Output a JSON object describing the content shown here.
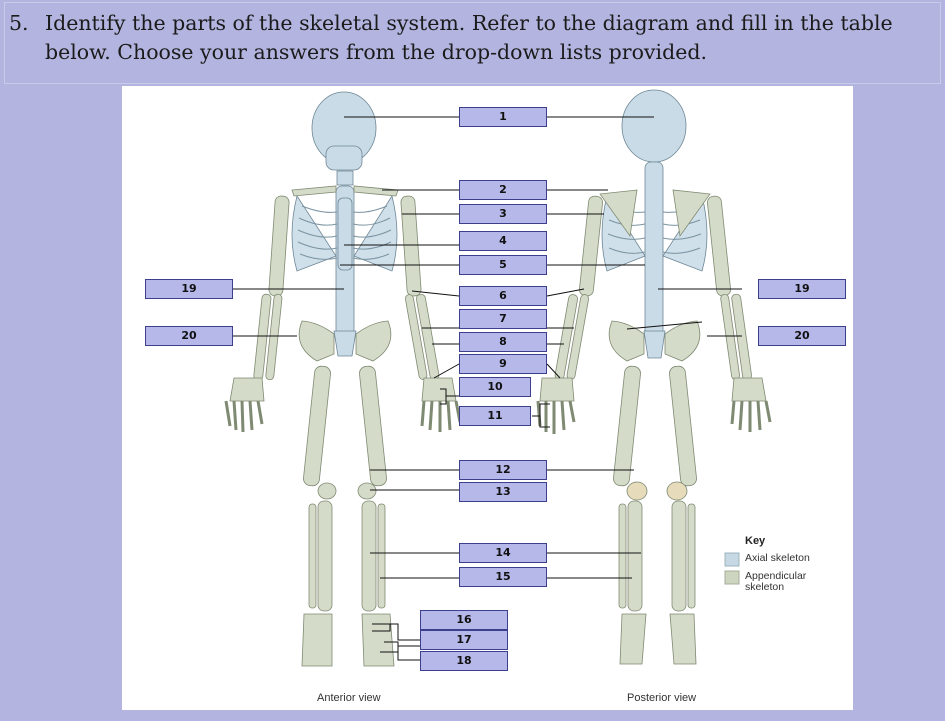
{
  "question": {
    "number": "5.",
    "text": "Identify the parts of the skeletal system. Refer to the diagram and fill in the table below. Choose your answers from the drop-down lists provided."
  },
  "labels": {
    "l1": "1",
    "l2": "2",
    "l3": "3",
    "l4": "4",
    "l5": "5",
    "l6": "6",
    "l7": "7",
    "l8": "8",
    "l9": "9",
    "l10": "10",
    "l11": "11",
    "l12": "12",
    "l13": "13",
    "l14": "14",
    "l15": "15",
    "l16": "16",
    "l17": "17",
    "l18": "18",
    "l19_left": "19",
    "l19_right": "19",
    "l20_left": "20",
    "l20_right": "20"
  },
  "views": {
    "anterior": "Anterior view",
    "posterior": "Posterior view"
  },
  "key": {
    "title": "Key",
    "axial": "Axial skeleton",
    "appendicular_line1": "Appendicular",
    "appendicular_line2": "skeleton",
    "axial_color": "#c5d8e4",
    "appendicular_color": "#cdd5c0"
  },
  "colors": {
    "background": "#b3b5e0",
    "label_box": "#b6b8ea",
    "label_border": "#3c3f8c"
  }
}
